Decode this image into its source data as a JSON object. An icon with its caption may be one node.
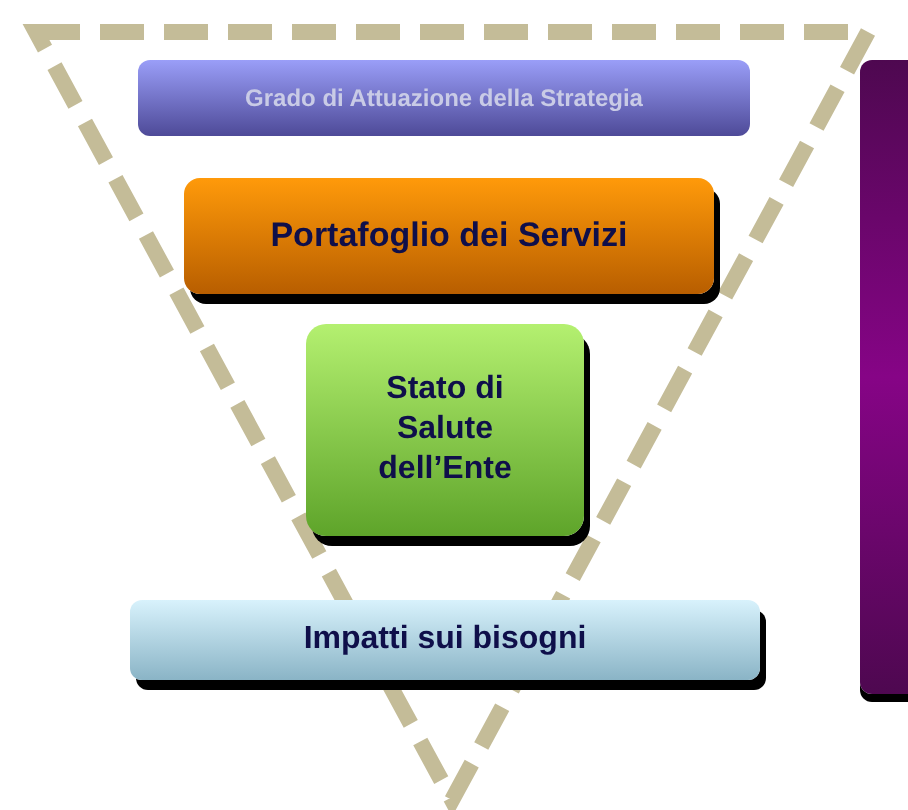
{
  "diagram": {
    "nodes": [
      {
        "text": [
          "Grado di Attuazione della Strategia"
        ]
      },
      {
        "text": [
          "Portafoglio dei Servizi"
        ]
      },
      {
        "text": [
          "Stato di Salute dell’Ente"
        ]
      },
      {
        "text": [
          "Impatti sui bisogni"
        ]
      },
      {
        "text": [],
        "shape": "bar"
      }
    ]
  }
}
